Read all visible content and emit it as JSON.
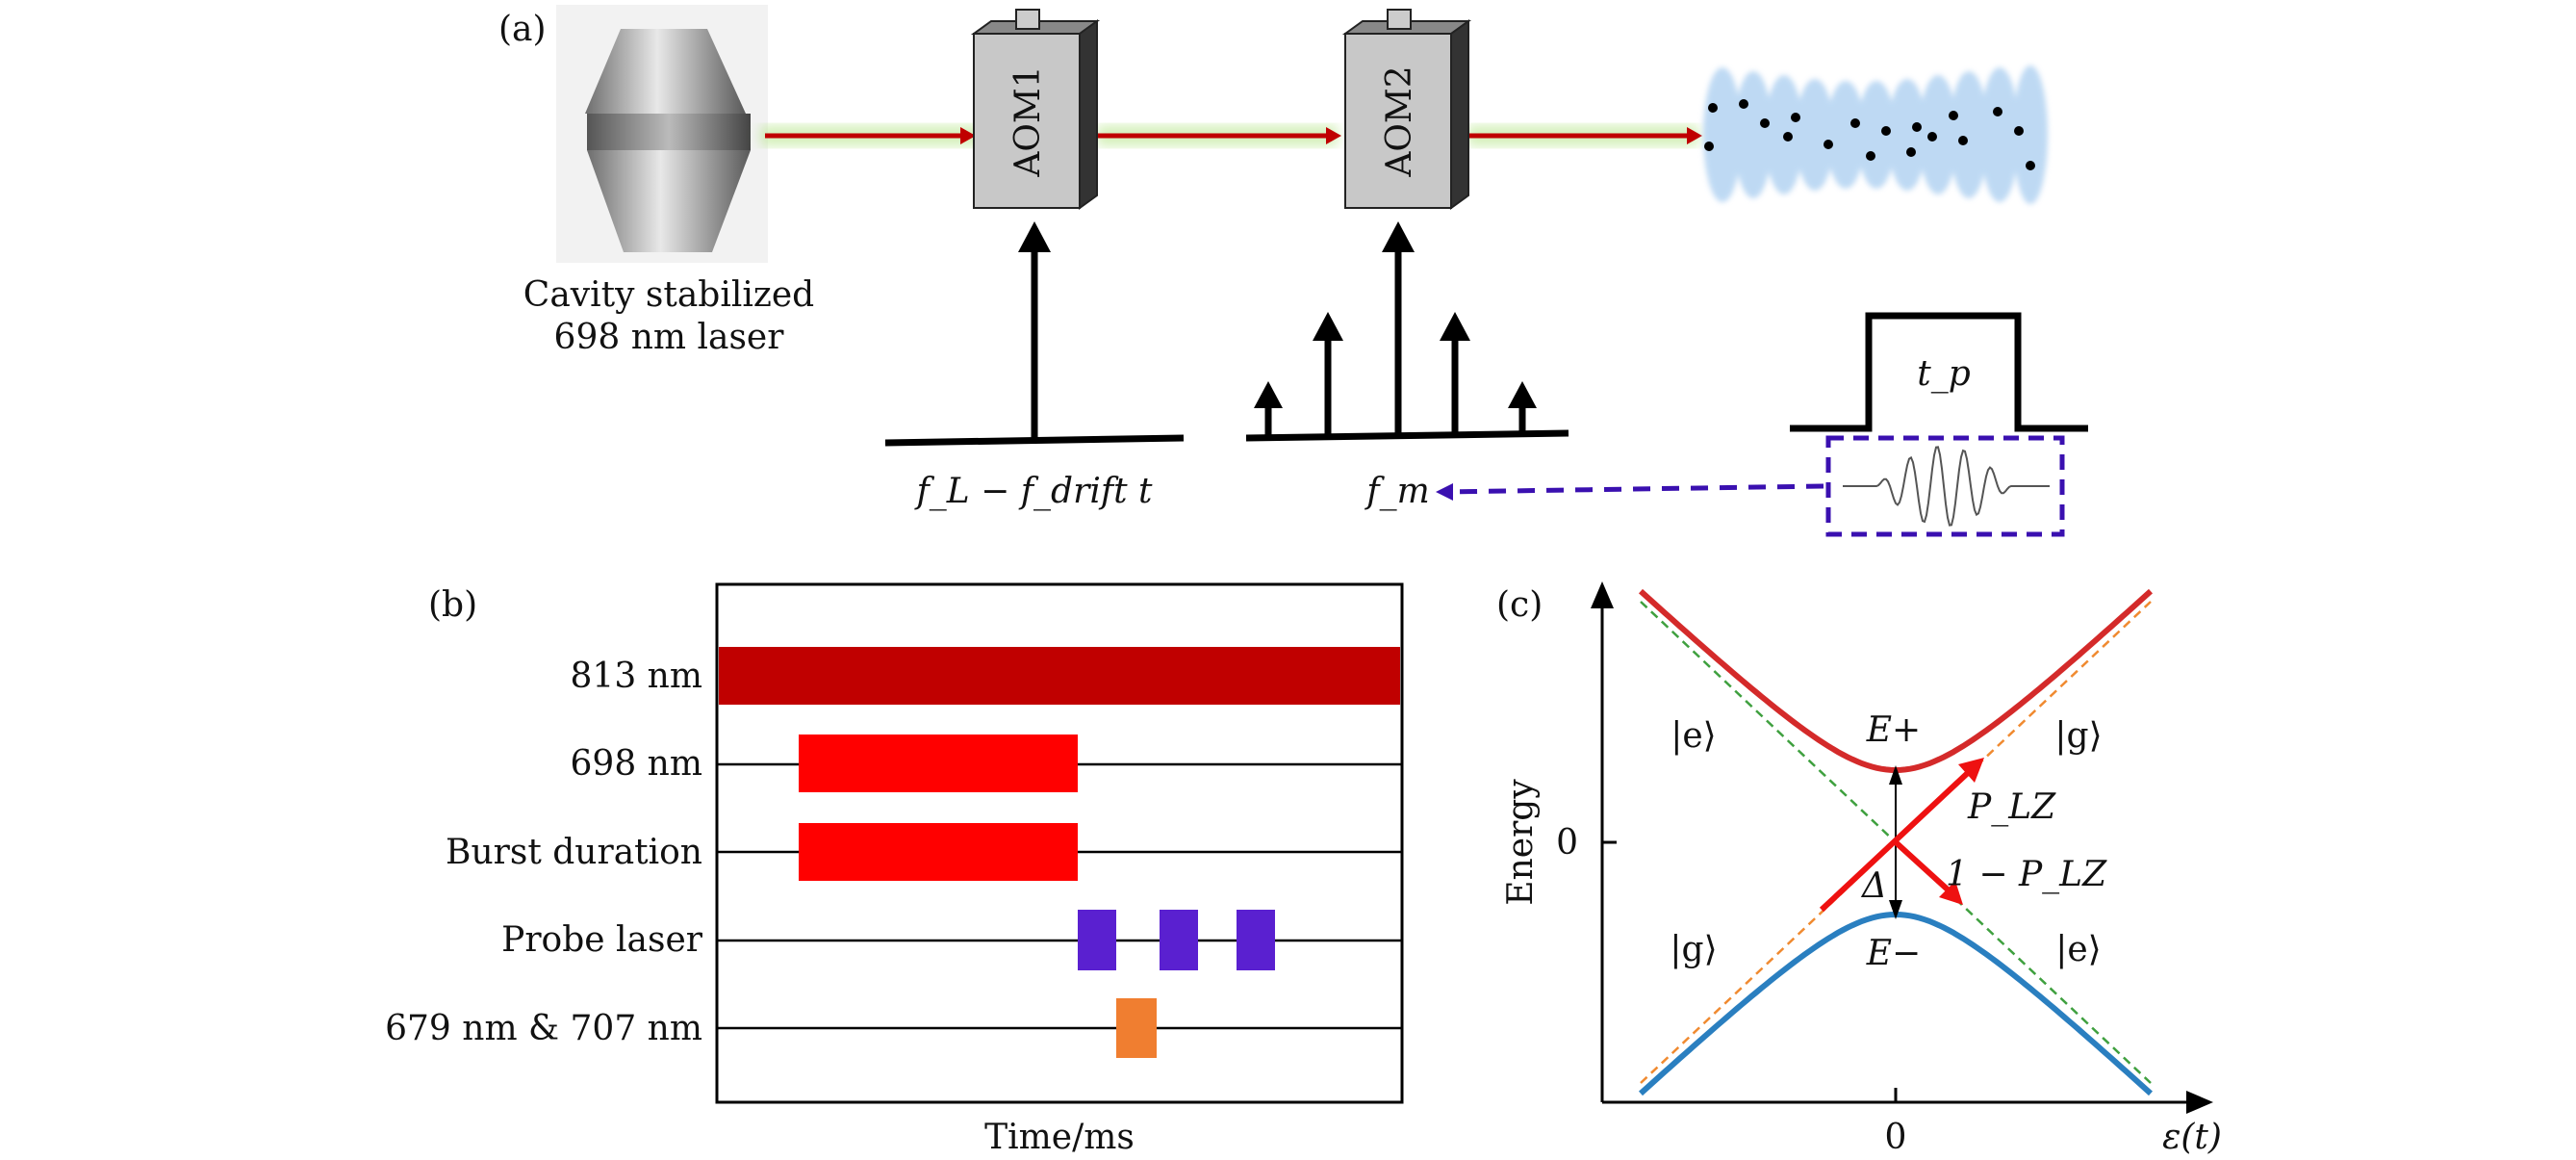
{
  "panel_a": {
    "label": "(a)",
    "laser_caption_line1": "Cavity stabilized",
    "laser_caption_line2": "698 nm laser",
    "aom1_label": "AOM1",
    "aom2_label": "AOM2",
    "aom1_freq_label": "f_L − f_drift t",
    "aom2_freq_label": "f_m",
    "pulse_label": "t_p",
    "colors": {
      "beam": "#c00000",
      "beam_glow": "#b8e68c",
      "aom_box": "#c8c8c8",
      "dashed_arrow": "#3a10b0",
      "lattice": "#a9cdf0"
    }
  },
  "panel_b": {
    "label": "(b)",
    "rows": [
      "813 nm",
      "698 nm",
      "Burst duration",
      "Probe laser",
      "679 nm & 707 nm"
    ],
    "xlabel": "Time/ms",
    "colors": {
      "lattice_813": "#c00000",
      "pulse_698": "#ff0000",
      "probe": "#5a20d0",
      "repump": "#f07e30"
    }
  },
  "panel_c": {
    "label": "(c)",
    "ylabel": "Energy",
    "xlabel": "ε(t)",
    "y_tick": "0",
    "x_tick": "0",
    "e_plus": "E+",
    "e_minus": "E−",
    "state_e": "|e⟩",
    "state_g": "|g⟩",
    "gap_label": "Δ",
    "p_lz": "P_LZ",
    "one_minus_p_lz": "1 − P_LZ",
    "colors": {
      "upper": "#d42a2a",
      "lower": "#2a7fc0",
      "diabatic_e": "#3fa03f",
      "diabatic_g": "#f08a30",
      "arrow": "#ee1111"
    }
  }
}
